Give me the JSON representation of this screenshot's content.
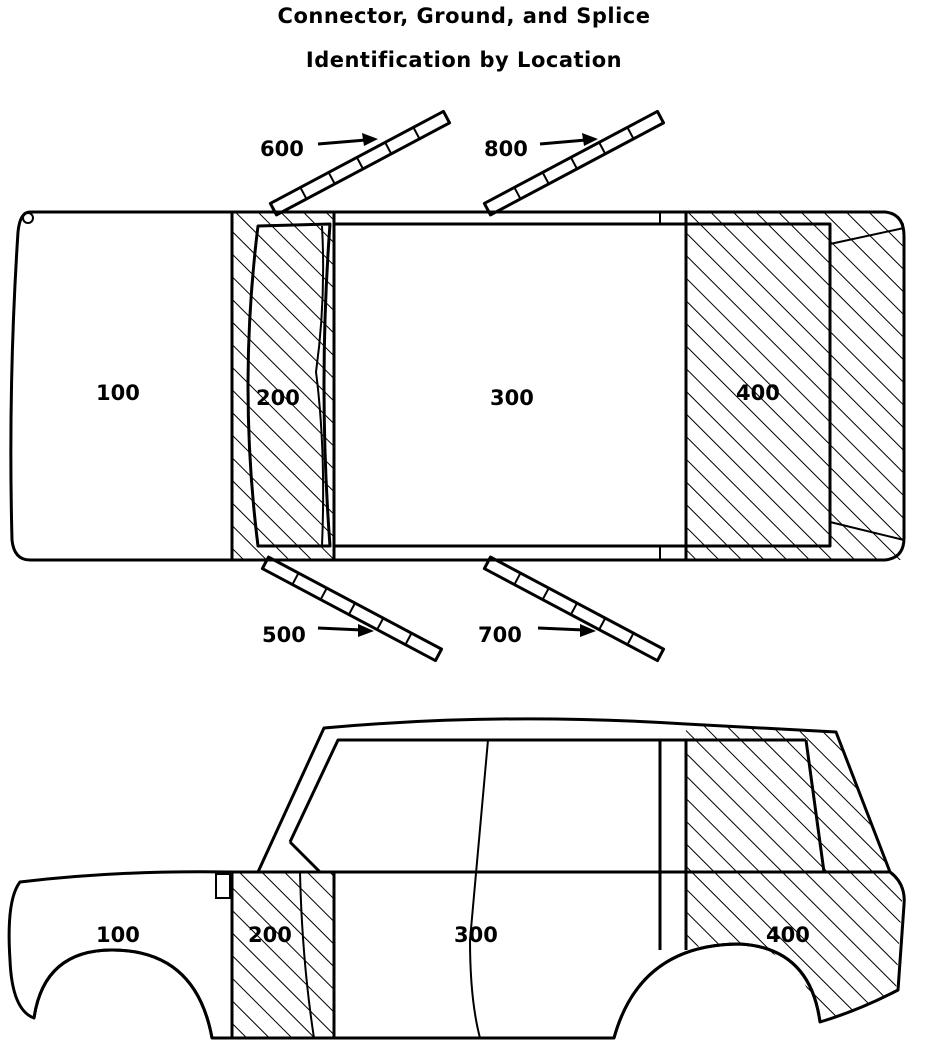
{
  "title": {
    "line1": "Connector, Ground, and Splice",
    "line2": "Identification by Location"
  },
  "top_view": {
    "zones": [
      "100",
      "200",
      "300",
      "400"
    ],
    "doors": [
      "600",
      "800",
      "500",
      "700"
    ]
  },
  "side_view": {
    "zones": [
      "100",
      "200",
      "300",
      "400"
    ]
  },
  "colors": {
    "ink": "#000000",
    "background": "#ffffff"
  }
}
